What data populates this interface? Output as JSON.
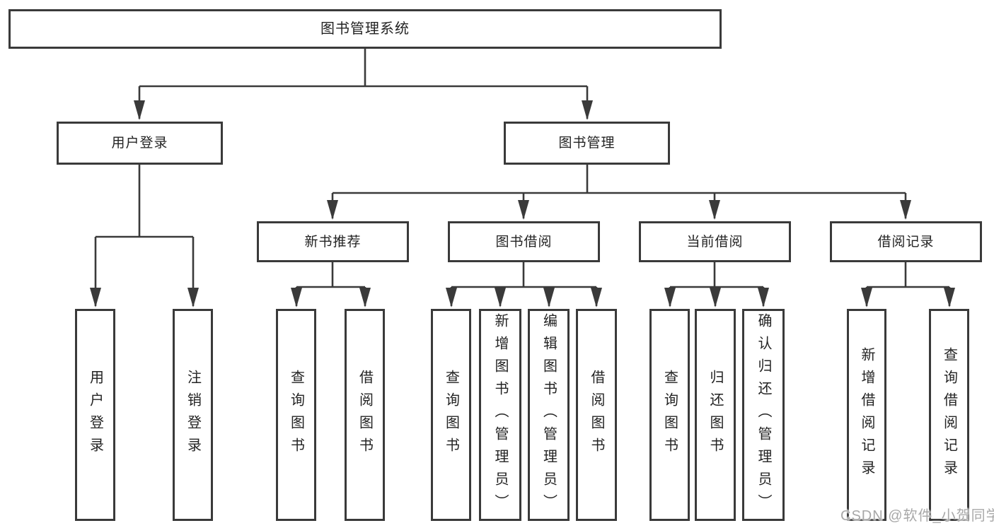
{
  "diagram": {
    "type": "hierarchy-tree",
    "title": "图书管理系统",
    "nodes": {
      "root": "图书管理系统",
      "user_login": "用户登录",
      "book_mgmt": "图书管理",
      "new_book_rec": "新书推荐",
      "book_borrow": "图书借阅",
      "current_borrow": "当前借阅",
      "borrow_records": "借阅记录",
      "leaf_user_login": "用户登录",
      "leaf_logout": "注销登录",
      "leaf_query_book_a": "查询图书",
      "leaf_borrow_book_a": "借阅图书",
      "leaf_query_book_b": "查询图书",
      "leaf_add_book": "新增图书（管理员）",
      "leaf_edit_book": "编辑图书（管理员）",
      "leaf_borrow_book_b": "借阅图书",
      "leaf_query_book_c": "查询图书",
      "leaf_return_book": "归还图书",
      "leaf_confirm_return": "确认归还（管理员）",
      "leaf_add_record": "新增借阅记录",
      "leaf_query_record": "查询借阅记录"
    },
    "edges": [
      [
        "root",
        "user_login"
      ],
      [
        "root",
        "book_mgmt"
      ],
      [
        "user_login",
        "leaf_user_login"
      ],
      [
        "user_login",
        "leaf_logout"
      ],
      [
        "book_mgmt",
        "new_book_rec"
      ],
      [
        "book_mgmt",
        "book_borrow"
      ],
      [
        "book_mgmt",
        "current_borrow"
      ],
      [
        "book_mgmt",
        "borrow_records"
      ],
      [
        "new_book_rec",
        "leaf_query_book_a"
      ],
      [
        "new_book_rec",
        "leaf_borrow_book_a"
      ],
      [
        "book_borrow",
        "leaf_query_book_b"
      ],
      [
        "book_borrow",
        "leaf_add_book"
      ],
      [
        "book_borrow",
        "leaf_edit_book"
      ],
      [
        "book_borrow",
        "leaf_borrow_book_b"
      ],
      [
        "current_borrow",
        "leaf_query_book_c"
      ],
      [
        "current_borrow",
        "leaf_return_book"
      ],
      [
        "current_borrow",
        "leaf_confirm_return"
      ],
      [
        "borrow_records",
        "leaf_add_record"
      ],
      [
        "borrow_records",
        "leaf_query_record"
      ]
    ],
    "watermark": "CSDN @软件_小贺同学",
    "colors": {
      "line": "#3a3a3a",
      "box_border": "#3a3a3a",
      "box_background": "#ffffff",
      "text": "#232323",
      "watermark": "#a8a8a8",
      "background": "#ffffff"
    }
  }
}
